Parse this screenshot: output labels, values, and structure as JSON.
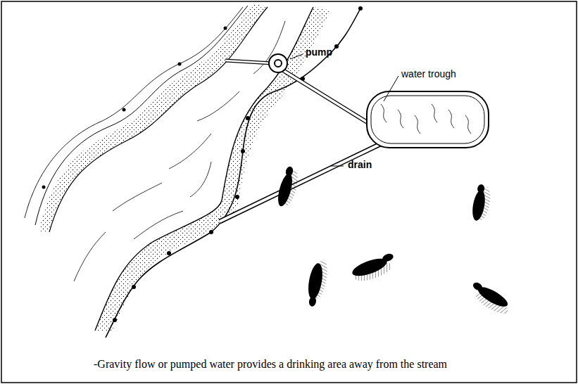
{
  "diagram": {
    "caption": "-Gravity flow or pumped water provides a drinking area away from the stream",
    "nodes": [
      {
        "text": [
          "water trough"
        ]
      }
    ],
    "labels": [
      "pump",
      "drain"
    ]
  }
}
